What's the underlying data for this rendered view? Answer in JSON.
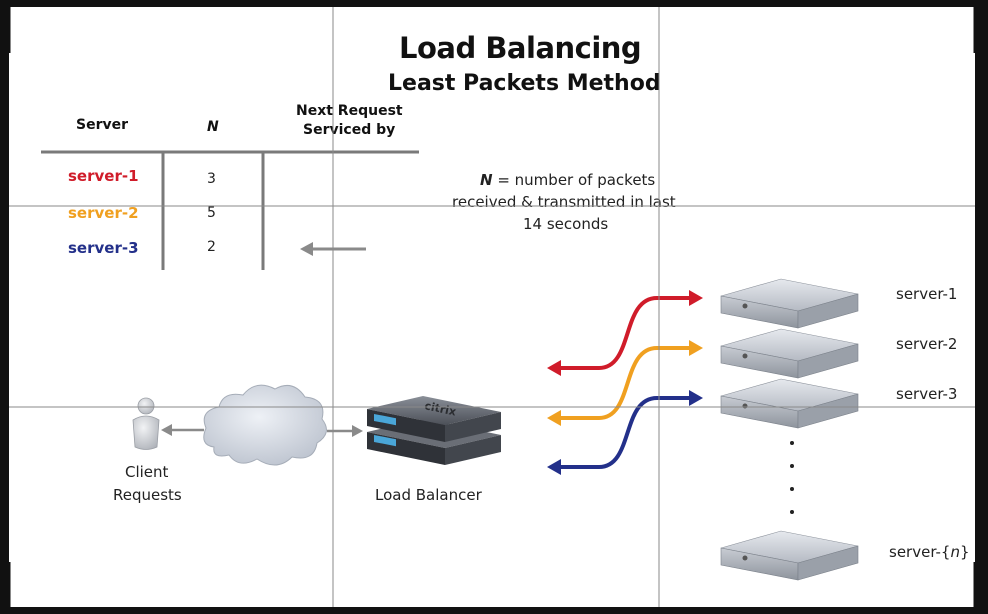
{
  "diagram": {
    "title": "Load Balancing",
    "subtitle": "Least Packets Method",
    "table": {
      "col_server": "Server",
      "col_n": "N",
      "col_next_line1": "Next Request",
      "col_next_line2": "Serviced by",
      "rows": [
        {
          "server": "server-1",
          "n": "3",
          "color": "#d01c2a"
        },
        {
          "server": "server-2",
          "n": "5",
          "color": "#f0a020"
        },
        {
          "server": "server-3",
          "n": "2",
          "color": "#23308a"
        }
      ],
      "selected_row": 2
    },
    "definition": {
      "symbol": "N",
      "line1_rest": " = number of packets",
      "line2": "received & transmitted in last",
      "line3": "14 seconds"
    },
    "client_label_1": "Client",
    "client_label_2": "Requests",
    "load_balancer_label": "Load Balancer",
    "lb_brand": "citrix",
    "servers": [
      "server-1",
      "server-2",
      "server-3"
    ],
    "server_n_prefix": "server-{",
    "server_n_var": "n",
    "server_n_suffix": "}",
    "arrow_colors": {
      "server1": "#d01c2a",
      "server2": "#f0a020",
      "server3": "#23308a",
      "gray": "#8a8a8a"
    }
  }
}
